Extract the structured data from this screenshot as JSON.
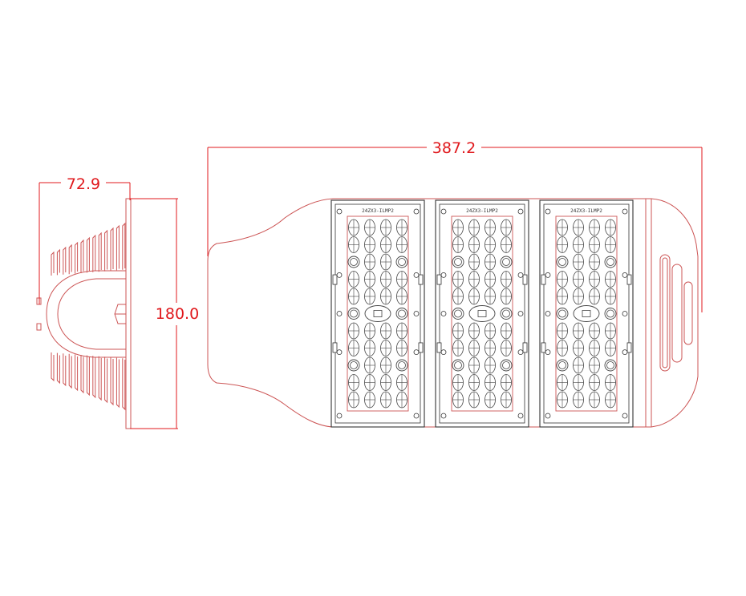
{
  "colors": {
    "dimension": "#e0181c",
    "outline": "#cc5555",
    "module_line": "#333333",
    "lens": "#444444"
  },
  "dimensions": {
    "width": "72.9",
    "height": "180.0",
    "length": "387.2"
  },
  "modules": {
    "count": 3,
    "label": "24ZX3-ILMP2"
  }
}
